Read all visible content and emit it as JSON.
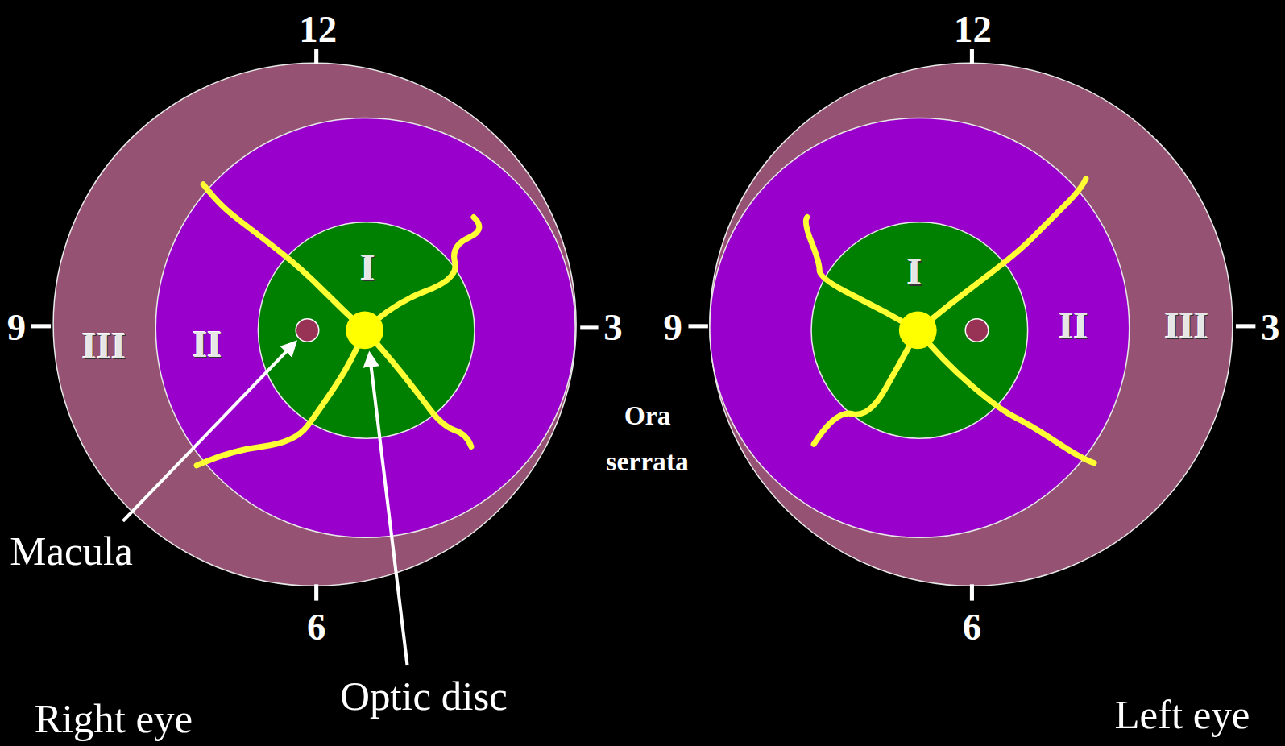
{
  "diagram": {
    "nodes": [
      {
        "text": [
          "III"
        ]
      },
      {
        "text": [
          "II"
        ],
        "in": 0
      },
      {
        "text": [
          "I"
        ],
        "in": 1
      },
      {
        "text": [
          "III"
        ]
      },
      {
        "text": [
          "II"
        ],
        "in": 3
      },
      {
        "text": [
          "I"
        ],
        "in": 4
      }
    ],
    "labels": [
      "12",
      "12",
      "9",
      "3",
      "9",
      "3",
      "Ora serrata",
      "Macula",
      "6",
      "6",
      "Right eye",
      "Optic disc",
      "Left eye"
    ]
  }
}
